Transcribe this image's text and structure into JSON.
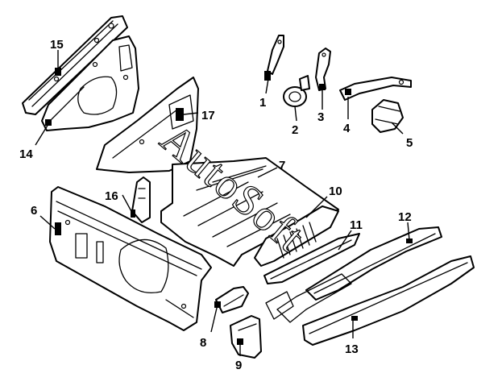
{
  "watermark": "AutoSoft",
  "callouts": [
    {
      "id": "p1",
      "label": "1"
    },
    {
      "id": "p2",
      "label": "2"
    },
    {
      "id": "p3",
      "label": "3"
    },
    {
      "id": "p4",
      "label": "4"
    },
    {
      "id": "p5",
      "label": "5"
    },
    {
      "id": "p6",
      "label": "6"
    },
    {
      "id": "p7",
      "label": "7"
    },
    {
      "id": "p8",
      "label": "8"
    },
    {
      "id": "p9",
      "label": "9"
    },
    {
      "id": "p10",
      "label": "10"
    },
    {
      "id": "p11",
      "label": "11"
    },
    {
      "id": "p12",
      "label": "12"
    },
    {
      "id": "p13",
      "label": "13"
    },
    {
      "id": "p14",
      "label": "14"
    },
    {
      "id": "p15",
      "label": "15"
    },
    {
      "id": "p16",
      "label": "16"
    },
    {
      "id": "p17",
      "label": "17"
    }
  ]
}
